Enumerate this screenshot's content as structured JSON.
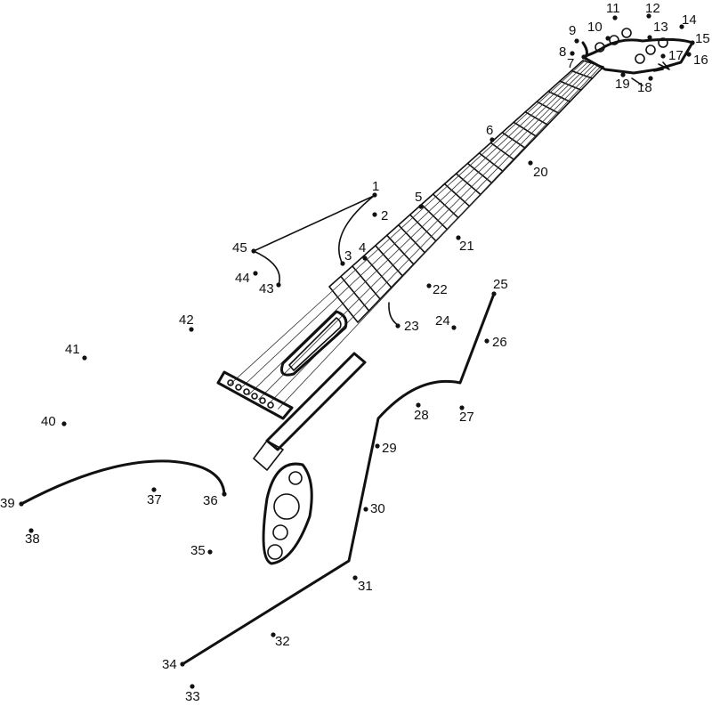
{
  "puzzle": {
    "subject": "electric-guitar",
    "dots": [
      {
        "n": "1"
      },
      {
        "n": "2"
      },
      {
        "n": "3"
      },
      {
        "n": "4"
      },
      {
        "n": "5"
      },
      {
        "n": "6"
      },
      {
        "n": "7"
      },
      {
        "n": "8"
      },
      {
        "n": "9"
      },
      {
        "n": "10"
      },
      {
        "n": "11"
      },
      {
        "n": "12"
      },
      {
        "n": "13"
      },
      {
        "n": "14"
      },
      {
        "n": "15"
      },
      {
        "n": "16"
      },
      {
        "n": "17"
      },
      {
        "n": "18"
      },
      {
        "n": "19"
      },
      {
        "n": "20"
      },
      {
        "n": "21"
      },
      {
        "n": "22"
      },
      {
        "n": "23"
      },
      {
        "n": "24"
      },
      {
        "n": "25"
      },
      {
        "n": "26"
      },
      {
        "n": "27"
      },
      {
        "n": "28"
      },
      {
        "n": "29"
      },
      {
        "n": "30"
      },
      {
        "n": "31"
      },
      {
        "n": "32"
      },
      {
        "n": "33"
      },
      {
        "n": "34"
      },
      {
        "n": "35"
      },
      {
        "n": "36"
      },
      {
        "n": "37"
      },
      {
        "n": "38"
      },
      {
        "n": "39"
      },
      {
        "n": "40"
      },
      {
        "n": "41"
      },
      {
        "n": "42"
      },
      {
        "n": "43"
      },
      {
        "n": "44"
      },
      {
        "n": "45"
      }
    ]
  }
}
